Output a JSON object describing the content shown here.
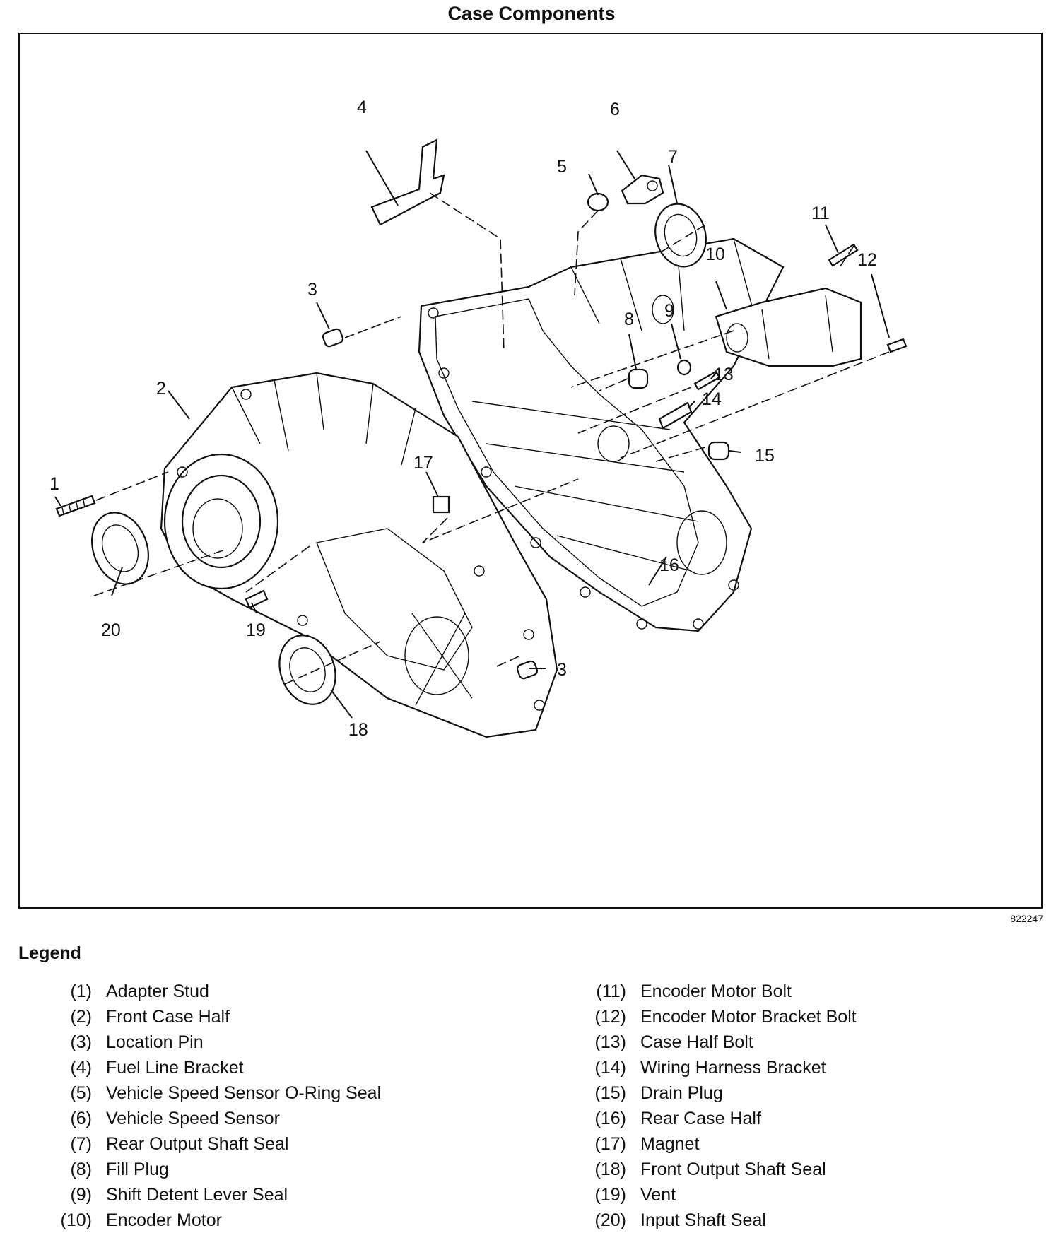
{
  "title": "Case Components",
  "figure_id": "822247",
  "callouts": [
    "1",
    "2",
    "3",
    "3",
    "4",
    "5",
    "6",
    "7",
    "8",
    "9",
    "10",
    "11",
    "12",
    "13",
    "14",
    "15",
    "16",
    "17",
    "18",
    "19",
    "20"
  ],
  "legend": {
    "heading": "Legend",
    "items": [
      {
        "num": "(1)",
        "label": "Adapter Stud"
      },
      {
        "num": "(2)",
        "label": "Front Case Half"
      },
      {
        "num": "(3)",
        "label": "Location Pin"
      },
      {
        "num": "(4)",
        "label": "Fuel Line Bracket"
      },
      {
        "num": "(5)",
        "label": "Vehicle Speed Sensor O-Ring Seal"
      },
      {
        "num": "(6)",
        "label": "Vehicle Speed Sensor"
      },
      {
        "num": "(7)",
        "label": "Rear Output Shaft Seal"
      },
      {
        "num": "(8)",
        "label": "Fill Plug"
      },
      {
        "num": "(9)",
        "label": "Shift Detent Lever Seal"
      },
      {
        "num": "(10)",
        "label": "Encoder Motor"
      },
      {
        "num": "(11)",
        "label": "Encoder Motor Bolt"
      },
      {
        "num": "(12)",
        "label": "Encoder Motor Bracket Bolt"
      },
      {
        "num": "(13)",
        "label": "Case Half Bolt"
      },
      {
        "num": "(14)",
        "label": "Wiring Harness Bracket"
      },
      {
        "num": "(15)",
        "label": "Drain Plug"
      },
      {
        "num": "(16)",
        "label": "Rear Case Half"
      },
      {
        "num": "(17)",
        "label": "Magnet"
      },
      {
        "num": "(18)",
        "label": "Front Output Shaft Seal"
      },
      {
        "num": "(19)",
        "label": "Vent"
      },
      {
        "num": "(20)",
        "label": "Input Shaft Seal"
      }
    ]
  }
}
